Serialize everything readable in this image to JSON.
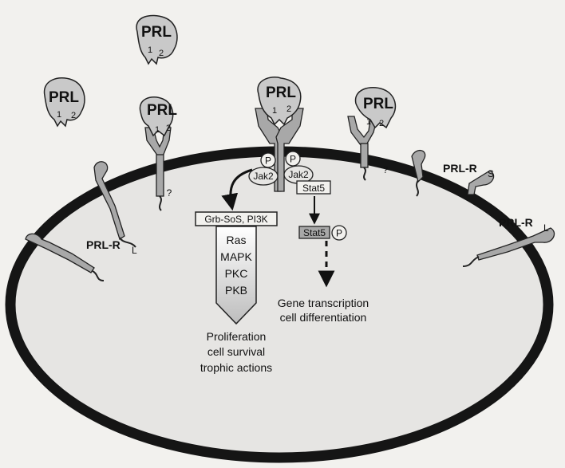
{
  "ligand": {
    "label": "PRL",
    "site1": "1",
    "site2": "2"
  },
  "receptors": {
    "long_left": "PRL-R",
    "long_left_sub": "L",
    "short": "PRL-R",
    "short_sub": "S",
    "long_right": "PRL-R",
    "long_right_sub": "L",
    "unknown_mark": "?"
  },
  "signaling": {
    "phospho": "P",
    "jak": "Jak2",
    "stat": "Stat5",
    "adaptor": "Grb-SoS, PI3K",
    "kinases": [
      "Ras",
      "MAPK",
      "PKC",
      "PKB"
    ]
  },
  "outcomes": {
    "left": [
      "Proliferation",
      "cell survival",
      "trophic actions"
    ],
    "right": [
      "Gene transcription",
      "cell differentiation"
    ]
  },
  "colors": {
    "background": "#f2f1ee",
    "membrane": "#151515",
    "cell_fill": "#e6e5e3",
    "ligand_fill": "#c9c9c9",
    "receptor_fill": "#a8a8a8"
  }
}
